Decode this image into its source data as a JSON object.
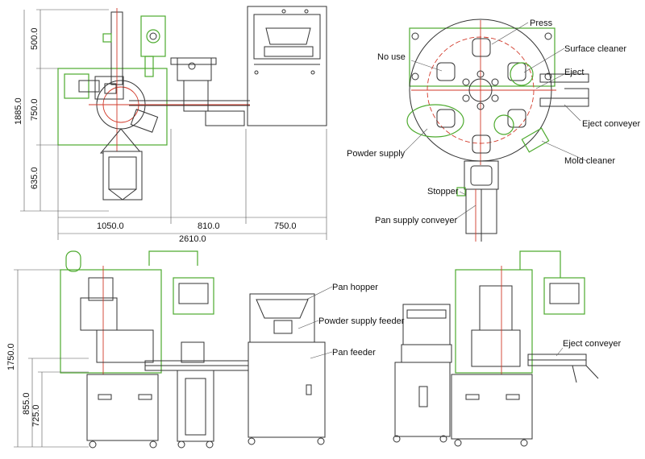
{
  "dimensions": {
    "plan_vertical": [
      "500.0",
      "750.0",
      "635.0"
    ],
    "plan_total_vertical": "1885.0",
    "plan_horizontal": [
      "1050.0",
      "810.0",
      "750.0"
    ],
    "plan_total_horizontal": "2610.0",
    "elevation_vertical": [
      "1750.0",
      "855.0",
      "725.0"
    ]
  },
  "labels": {
    "press": "Press",
    "no_use": "No use",
    "surface_cleaner": "Surface cleaner",
    "eject": "Eject",
    "eject_conveyer_top": "Eject conveyer",
    "powder_supply": "Powder supply",
    "mold_cleaner": "Mold cleaner",
    "stopper": "Stopper",
    "pan_supply_conveyer": "Pan supply conveyer",
    "pan_hopper": "Pan hopper",
    "powder_supply_feeder": "Powder supply feeder",
    "pan_feeder": "Pan feeder",
    "eject_conveyer_side": "Eject conveyer"
  },
  "colors": {
    "frame_green": "#4daa2e",
    "line_dark": "#333333",
    "centerline_red": "#d23a2a"
  }
}
